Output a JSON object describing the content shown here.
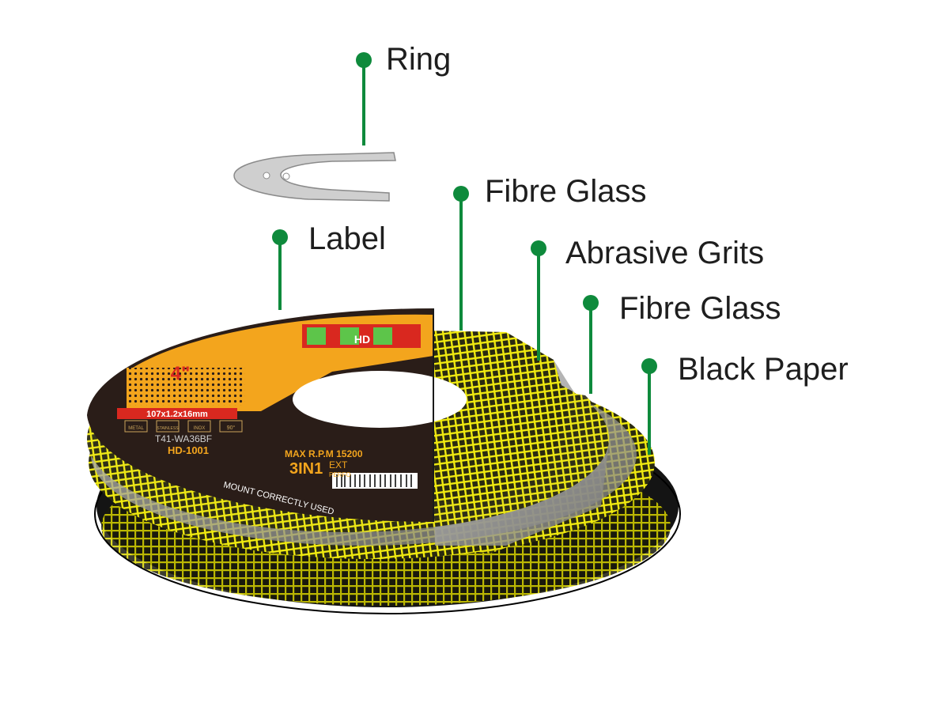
{
  "colors": {
    "leader": "#0e8a3c",
    "label_text": "#1e1e1e",
    "black_paper": "#141414",
    "fibre_glass": "#e8e200",
    "abrasive_grits": "#9a9a9a",
    "label_orange": "#f3a51d",
    "label_dark": "#2a1d18",
    "ring": "#c9c9c9"
  },
  "callouts": [
    {
      "key": "ring",
      "text": "Ring"
    },
    {
      "key": "label",
      "text": "Label"
    },
    {
      "key": "fibre_glass_top",
      "text": "Fibre Glass"
    },
    {
      "key": "abrasive_grits",
      "text": "Abrasive Grits"
    },
    {
      "key": "fibre_glass_bottom",
      "text": "Fibre Glass"
    },
    {
      "key": "black_paper",
      "text": "Black Paper"
    }
  ],
  "disc_label": {
    "brand": "HD",
    "size": "4\"",
    "dimensions": "107x1.2x16mm",
    "icons": [
      "METAL",
      "STAINLESS",
      "INOX",
      "90°"
    ],
    "model_code": "T41-WA36BF",
    "model": "HD-1001",
    "max_rpm": "MAX R.P.M 15200",
    "product_line": "3IN1",
    "product_suffix": "EXT",
    "product_sub": "PERFO",
    "warning": "MOUNT CORRECTLY USED"
  }
}
